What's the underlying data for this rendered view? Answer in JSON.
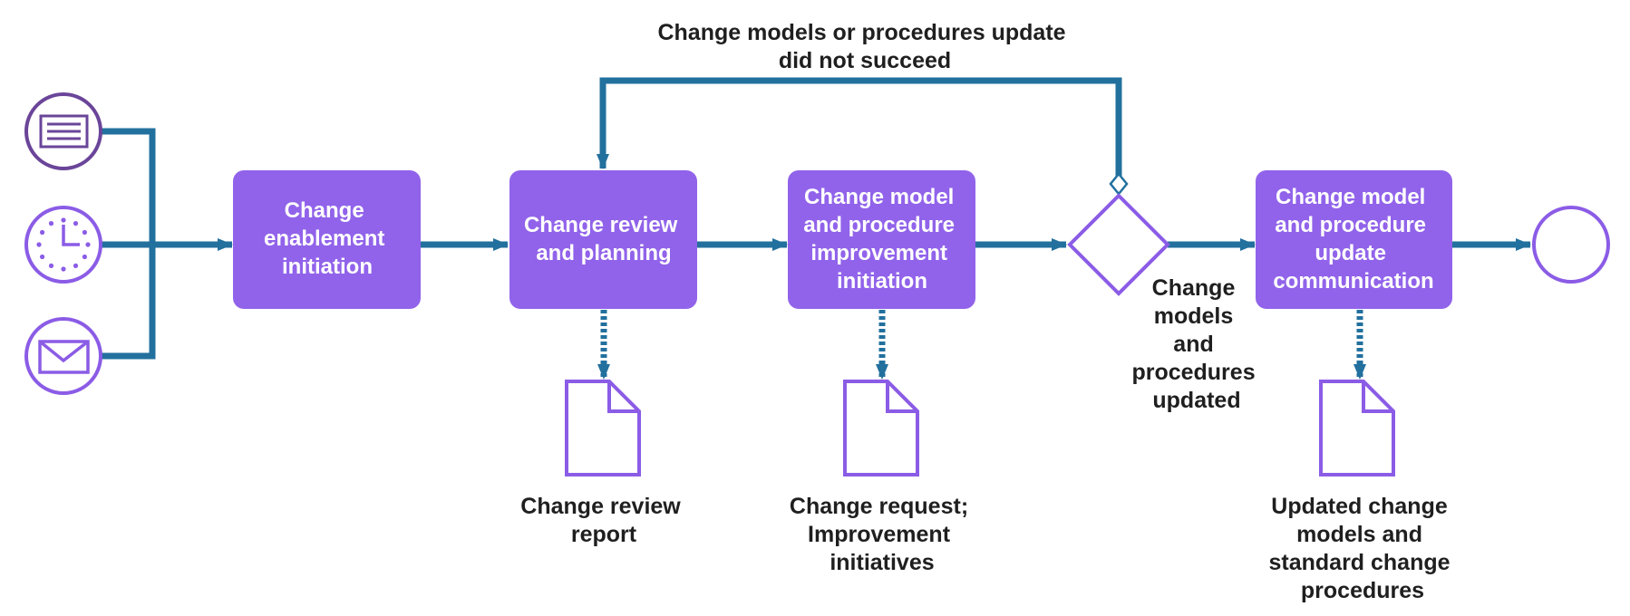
{
  "colors": {
    "task_fill": "#9163ea",
    "outline": "#8b5ce6",
    "start_event_outline": "#6a4599",
    "flow": "#22709e",
    "text": "#1f1f1f",
    "task_text": "#ffffff"
  },
  "start_events": [
    {
      "name": "document-icon"
    },
    {
      "name": "clock-icon"
    },
    {
      "name": "envelope-icon"
    }
  ],
  "tasks": [
    {
      "lines": [
        "Change",
        "enablement",
        "initiation"
      ]
    },
    {
      "lines": [
        "Change review",
        "and planning"
      ]
    },
    {
      "lines": [
        "Change model",
        "and procedure",
        "improvement",
        "initiation"
      ]
    },
    {
      "lines": [
        "Change model",
        "and procedure",
        "update",
        "communication"
      ]
    }
  ],
  "loop_label": [
    "Change models or procedures update",
    "did not succeed"
  ],
  "gateway_label": [
    "Change",
    "models",
    "and",
    "procedures",
    "updated"
  ],
  "artifacts": [
    {
      "lines": [
        "Change review",
        "report"
      ]
    },
    {
      "lines": [
        "Change request;",
        "Improvement",
        "initiatives"
      ]
    },
    {
      "lines": [
        "Updated change",
        "models and",
        "standard change",
        "procedures"
      ]
    }
  ],
  "end_event": {
    "name": "end-event"
  }
}
